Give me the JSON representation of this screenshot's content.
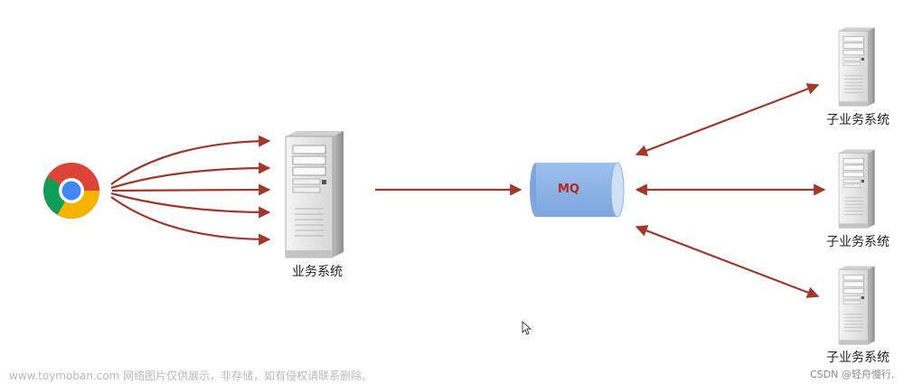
{
  "diagram": {
    "main_server_label": "业务系统",
    "queue_label": "MQ",
    "sub_server_labels": [
      "子业务系统",
      "子业务系统",
      "子业务系统"
    ]
  },
  "watermark": {
    "left": "www.toymoban.com 网络图片仅供展示，非存储，如有侵权请联系删除。",
    "right": "CSDN @轻舟慢行."
  },
  "colors": {
    "arrow": "#a0392c",
    "queue_fill": "#8fb4e5",
    "queue_text": "#b3261e",
    "server_body": "#e6e6e6"
  },
  "icons": {
    "browser": "chrome-browser-icon",
    "server": "tower-server-icon",
    "cursor": "mouse-pointer-icon"
  }
}
